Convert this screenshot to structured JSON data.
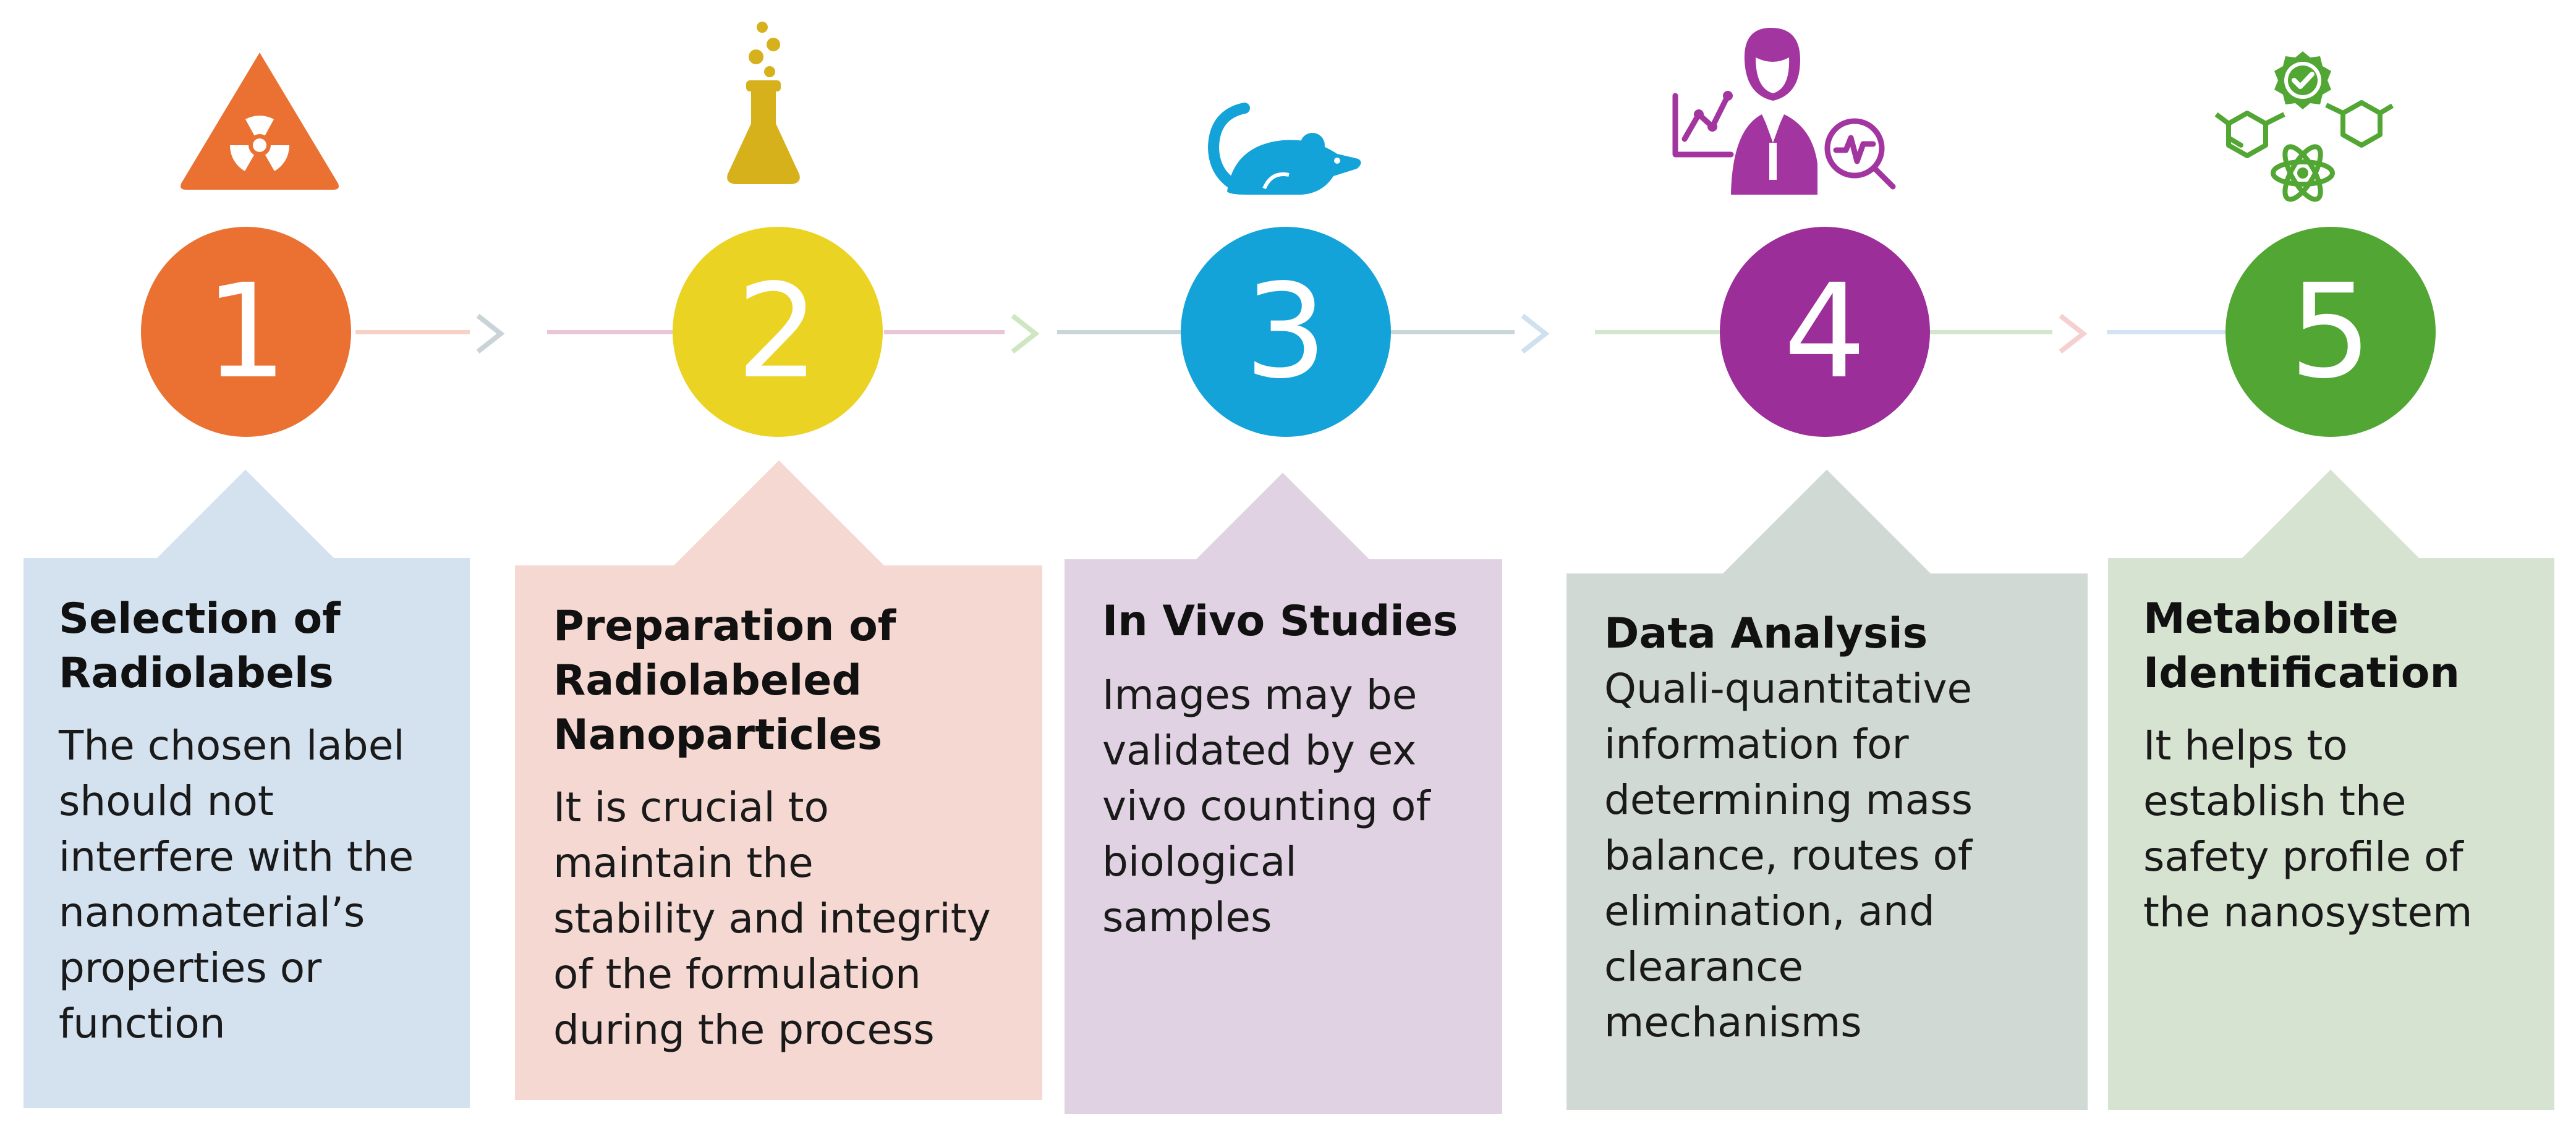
{
  "steps": [
    {
      "number": "1",
      "icon": "radiation-icon",
      "title": "Selection of\nRadiolabels",
      "body": "The chosen label\nshould not\ninterfere with the\nnanomaterial’s\nproperties or\nfunction",
      "circle_color": "#EB7133",
      "card_color": "#D4E2F0",
      "icon_color": "#EB7133"
    },
    {
      "number": "2",
      "icon": "flask-icon",
      "title": "Preparation of\nRadiolabeled\nNanoparticles",
      "body": " It is crucial to\nmaintain the\nstability and integrity\nof the formulation\nduring the process",
      "circle_color": "#EBD323",
      "card_color": "#F5D8D1",
      "icon_color": "#D6B11C"
    },
    {
      "number": "3",
      "icon": "mouse-icon",
      "title": "In Vivo Studies",
      "body": "Images may be\nvalidated by ex\nvivo counting of\nbiological\nsamples",
      "circle_color": "#14A3D9",
      "card_color": "#E1D2E3",
      "icon_color": "#14A3D9"
    },
    {
      "number": "4",
      "icon": "data-analyst-icon",
      "title": "Data Analysis",
      "body": "Quali-quantitative\ninformation for\ndetermining mass\nbalance, routes of\nelimination, and\nclearance\nmechanisms",
      "circle_color": "#9C2E99",
      "card_color": "#D1D9D4",
      "icon_color": "#A235A0"
    },
    {
      "number": "5",
      "icon": "molecules-check-icon",
      "title": "Metabolite\nIdentification",
      "body": "It helps to\nestablish the\nsafety profile of\nthe nanosystem",
      "circle_color": "#52A633",
      "card_color": "#D6E3D1",
      "icon_color": "#52A633"
    }
  ],
  "connectors": [
    {
      "line_color": "#F6D2C6",
      "chevron_color": "#C9D3D8"
    },
    {
      "line_color": "#E8C6D6",
      "chevron_color": "#CFE6C2"
    },
    {
      "line_color": "#C9D6D9",
      "chevron_color": "#CFE0EE"
    },
    {
      "line_color": "#D2E6CD",
      "chevron_color": "#F6D0D0"
    },
    {
      "line_color": "#D3E3F3"
    }
  ]
}
